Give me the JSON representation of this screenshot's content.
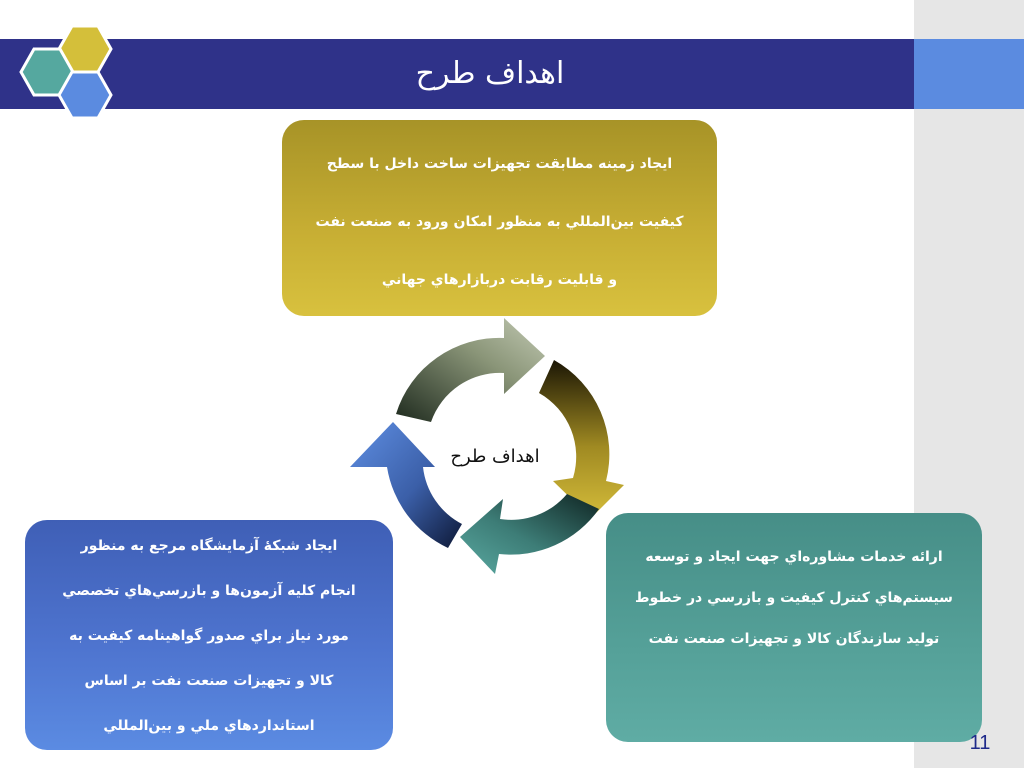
{
  "title": "اهداف طرح",
  "center_label": "اهداف طرح",
  "page_number": "11",
  "colors": {
    "title_bar": "#2f3289",
    "accent_blue": "#5b8be0",
    "gold": "#c6ad33",
    "teal": "#55a199",
    "blue_box": "#4e74cf"
  },
  "boxes": {
    "top": {
      "lines": [
        "ايجاد زمينه مطابقت تجهيزات ساخت داخل با سطح",
        "كيفيت بين‌المللي به منظور امكان ورود به صنعت نفت",
        "و قابليت رقابت دربازارهاي جهاني"
      ]
    },
    "left": {
      "lines": [
        "ايجاد شبكۀ آزمايشگاه مرجع به منظور",
        "انجام كليه آزمون‌ها و بازرسي‌هاي تخصصي",
        "مورد نياز براي صدور گواهينامه كيفيت به",
        "كالا و تجهيزات صنعت نفت بر اساس",
        "استانداردهاي ملي و بين‌المللي"
      ]
    },
    "right": {
      "lines": [
        "ارائه خدمات مشاوره‌اي جهت ايجاد و توسعه",
        "سيستم‌هاي كنترل كيفيت و بازرسي در خطوط",
        "توليد سازندگان كالا و تجهيزات صنعت نفت"
      ]
    }
  }
}
